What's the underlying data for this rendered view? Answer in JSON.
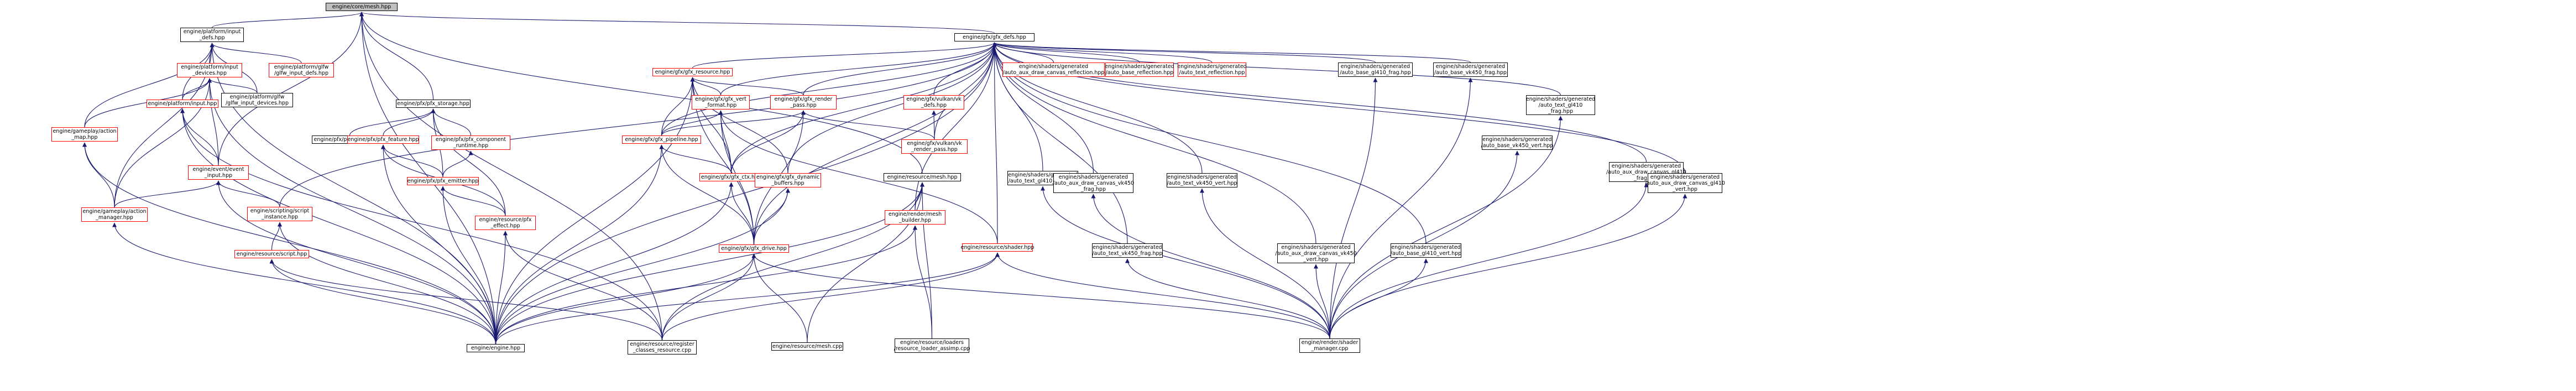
{
  "colors": {
    "edge": "#191970",
    "root_fill": "#bfbfbf",
    "node_border": "#000000",
    "expandable_border": "#ff0000"
  },
  "nodes": {
    "mesh": {
      "label": "engine/core/mesh.hpp",
      "style": "root"
    },
    "pinput_defs": {
      "label": "engine/platform/input\n_defs.hpp",
      "style": "normal"
    },
    "gfx_defs": {
      "label": "engine/gfx/gfx_defs.hpp",
      "style": "normal"
    },
    "glfw_input_defs": {
      "label": "engine/platform/glfw\n/glfw_input_defs.hpp",
      "style": "ext"
    },
    "pinput_devices": {
      "label": "engine/platform/input\n_devices.hpp",
      "style": "ext"
    },
    "glfw_input_devices": {
      "label": "engine/platform/glfw\n/glfw_input_devices.hpp",
      "style": "normal"
    },
    "ga_map": {
      "label": "engine/gameplay/action\n_map.hpp",
      "style": "ext"
    },
    "p_input": {
      "label": "engine/platform/input.hpp",
      "style": "ext"
    },
    "ev_input": {
      "label": "engine/event/event\n_input.hpp",
      "style": "ext"
    },
    "ga_manager": {
      "label": "engine/gameplay/action\n_manager.hpp",
      "style": "ext"
    },
    "sc_instance": {
      "label": "engine/scripting/script\n_instance.hpp",
      "style": "ext"
    },
    "res_script": {
      "label": "engine/resource/script.hpp",
      "style": "ext"
    },
    "engine": {
      "label": "engine/engine.hpp",
      "style": "normal"
    },
    "reg_classes": {
      "label": "engine/resource/register\n_classes_resource.cpp",
      "style": "normal"
    },
    "pfx_storage": {
      "label": "engine/pfx/pfx_storage.hpp",
      "style": "normal"
    },
    "pfx_storage_cpp": {
      "label": "engine/pfx/pfx_storage.cpp",
      "style": "normal"
    },
    "pfx_feature": {
      "label": "engine/pfx/pfx_feature.hpp",
      "style": "ext"
    },
    "pfx_comp_rt": {
      "label": "engine/pfx/pfx_component\n_runtime.hpp",
      "style": "ext"
    },
    "pfx_emitter": {
      "label": "engine/pfx/pfx_emitter.hpp",
      "style": "ext"
    },
    "res_pfx_effect": {
      "label": "engine/resource/pfx\n_effect.hpp",
      "style": "ext"
    },
    "gfx_resource": {
      "label": "engine/gfx/gfx_resource.hpp",
      "style": "ext"
    },
    "gfx_vert_format": {
      "label": "engine/gfx/gfx_vert\n_format.hpp",
      "style": "ext"
    },
    "gfx_render_pass": {
      "label": "engine/gfx/gfx_render\n_pass.hpp",
      "style": "ext"
    },
    "gfx_pipeline": {
      "label": "engine/gfx/gfx_pipeline.hpp",
      "style": "ext"
    },
    "gfx_ctx": {
      "label": "engine/gfx/gfx_ctx.hpp",
      "style": "ext"
    },
    "gfx_dyn_buf": {
      "label": "engine/gfx/gfx_dynamic\n_buffers.hpp",
      "style": "ext"
    },
    "gfx_drive": {
      "label": "engine/gfx/gfx_drive.hpp",
      "style": "ext"
    },
    "vk_defs": {
      "label": "engine/gfx/vulkan/vk\n_defs.hpp",
      "style": "ext"
    },
    "vk_render_pass": {
      "label": "engine/gfx/vulkan/vk\n_render_pass.hpp",
      "style": "ext"
    },
    "res_mesh": {
      "label": "engine/resource/mesh.hpp",
      "style": "normal"
    },
    "rend_mesh_builder": {
      "label": "engine/render/mesh\n_builder.hpp",
      "style": "ext"
    },
    "res_mesh_cpp": {
      "label": "engine/resource/mesh.cpp",
      "style": "normal"
    },
    "loader_assimp": {
      "label": "engine/resource/loaders\n/resource_loader_assimp.cpp",
      "style": "normal"
    },
    "res_shader": {
      "label": "engine/resource/shader.hpp",
      "style": "ext"
    },
    "shader_mgr": {
      "label": "engine/render/shader\n_manager.cpp",
      "style": "normal"
    },
    "sh_canvas_refl": {
      "label": "engine/shaders/generated\n/auto_aux_draw_canvas_reflection.hpp",
      "style": "ext"
    },
    "sh_base_refl": {
      "label": "engine/shaders/generated\n/auto_base_reflection.hpp",
      "style": "ext"
    },
    "sh_text_refl": {
      "label": "engine/shaders/generated\n/auto_text_reflection.hpp",
      "style": "ext"
    },
    "sh_base_gl410_frag": {
      "label": "engine/shaders/generated\n/auto_base_gl410_frag.hpp",
      "style": "normal"
    },
    "sh_base_vk450_frag": {
      "label": "engine/shaders/generated\n/auto_base_vk450_frag.hpp",
      "style": "normal"
    },
    "sh_text_gl410_frag": {
      "label": "engine/shaders/generated\n/auto_text_gl410\n_frag.hpp",
      "style": "normal"
    },
    "sh_text_gl410_vert": {
      "label": "engine/shaders/generated\n/auto_text_gl410_vert.hpp",
      "style": "normal"
    },
    "sh_text_vk450_vert": {
      "label": "engine/shaders/generated\n/auto_text_vk450_vert.hpp",
      "style": "normal"
    },
    "sh_canvas_vk450_frag": {
      "label": "engine/shaders/generated\n/auto_aux_draw_canvas_vk450\n_frag.hpp",
      "style": "normal"
    },
    "sh_text_vk450_frag": {
      "label": "engine/shaders/generated\n/auto_text_vk450_frag.hpp",
      "style": "normal"
    },
    "sh_canvas_vk450_vert": {
      "label": "engine/shaders/generated\n/auto_aux_draw_canvas_vk450\n_vert.hpp",
      "style": "normal"
    },
    "sh_base_gl410_vert": {
      "label": "engine/shaders/generated\n/auto_base_gl410_vert.hpp",
      "style": "normal"
    },
    "sh_base_vk450_vert": {
      "label": "engine/shaders/generated\n/auto_base_vk450_vert.hpp",
      "style": "normal"
    },
    "sh_canvas_gl410_frag": {
      "label": "engine/shaders/generated\n/auto_aux_draw_canvas_gl410\n_frag.hpp",
      "style": "normal"
    },
    "sh_canvas_gl410_vert": {
      "label": "engine/shaders/generated\n/auto_aux_draw_canvas_gl410\n_vert.hpp",
      "style": "normal"
    }
  },
  "edges": [
    [
      "mesh",
      "pinput_defs"
    ],
    [
      "mesh",
      "gfx_defs"
    ],
    [
      "mesh",
      "pfx_storage"
    ],
    [
      "mesh",
      "ev_input"
    ],
    [
      "mesh",
      "res_mesh"
    ],
    [
      "mesh",
      "engine"
    ],
    [
      "mesh",
      "reg_classes"
    ],
    [
      "pinput_defs",
      "glfw_input_defs"
    ],
    [
      "pinput_defs",
      "pinput_devices"
    ],
    [
      "pinput_defs",
      "glfw_input_devices"
    ],
    [
      "pinput_defs",
      "ga_map"
    ],
    [
      "pinput_defs",
      "ga_manager"
    ],
    [
      "pinput_defs",
      "p_input"
    ],
    [
      "pinput_defs",
      "engine"
    ],
    [
      "pinput_devices",
      "glfw_input_devices"
    ],
    [
      "pinput_devices",
      "ga_map"
    ],
    [
      "pinput_devices",
      "p_input"
    ],
    [
      "pinput_devices",
      "ev_input"
    ],
    [
      "pinput_devices",
      "ga_manager"
    ],
    [
      "pinput_devices",
      "engine"
    ],
    [
      "ga_map",
      "ga_manager"
    ],
    [
      "ga_map",
      "engine"
    ],
    [
      "p_input",
      "ev_input"
    ],
    [
      "p_input",
      "engine"
    ],
    [
      "p_input",
      "reg_classes"
    ],
    [
      "ev_input",
      "ga_manager"
    ],
    [
      "ev_input",
      "sc_instance"
    ],
    [
      "ev_input",
      "engine"
    ],
    [
      "ga_manager",
      "engine"
    ],
    [
      "sc_instance",
      "res_script"
    ],
    [
      "sc_instance",
      "engine"
    ],
    [
      "res_script",
      "engine"
    ],
    [
      "res_script",
      "reg_classes"
    ],
    [
      "pfx_storage",
      "pfx_storage_cpp"
    ],
    [
      "pfx_storage",
      "pfx_feature"
    ],
    [
      "pfx_storage",
      "pfx_comp_rt"
    ],
    [
      "pfx_storage",
      "pfx_emitter"
    ],
    [
      "pfx_storage",
      "res_pfx_effect"
    ],
    [
      "pfx_feature",
      "pfx_emitter"
    ],
    [
      "pfx_feature",
      "res_pfx_effect"
    ],
    [
      "pfx_feature",
      "engine"
    ],
    [
      "pfx_comp_rt",
      "pfx_emitter"
    ],
    [
      "pfx_emitter",
      "res_pfx_effect"
    ],
    [
      "pfx_emitter",
      "engine"
    ],
    [
      "res_pfx_effect",
      "engine"
    ],
    [
      "res_pfx_effect",
      "reg_classes"
    ],
    [
      "gfx_defs",
      "gfx_resource"
    ],
    [
      "gfx_defs",
      "gfx_vert_format"
    ],
    [
      "gfx_defs",
      "gfx_render_pass"
    ],
    [
      "gfx_defs",
      "gfx_pipeline"
    ],
    [
      "gfx_defs",
      "gfx_ctx"
    ],
    [
      "gfx_defs",
      "gfx_dyn_buf"
    ],
    [
      "gfx_defs",
      "gfx_drive"
    ],
    [
      "gfx_defs",
      "vk_defs"
    ],
    [
      "gfx_defs",
      "vk_render_pass"
    ],
    [
      "gfx_defs",
      "res_shader"
    ],
    [
      "gfx_defs",
      "rend_mesh_builder"
    ],
    [
      "gfx_defs",
      "sc_instance"
    ],
    [
      "gfx_defs",
      "engine"
    ],
    [
      "gfx_defs",
      "sh_canvas_refl"
    ],
    [
      "gfx_defs",
      "sh_base_refl"
    ],
    [
      "gfx_defs",
      "sh_text_refl"
    ],
    [
      "gfx_defs",
      "sh_base_gl410_frag"
    ],
    [
      "gfx_defs",
      "sh_base_vk450_frag"
    ],
    [
      "gfx_defs",
      "sh_text_gl410_frag"
    ],
    [
      "gfx_defs",
      "sh_text_gl410_vert"
    ],
    [
      "gfx_defs",
      "sh_text_vk450_vert"
    ],
    [
      "gfx_defs",
      "sh_canvas_vk450_frag"
    ],
    [
      "gfx_defs",
      "sh_text_vk450_frag"
    ],
    [
      "gfx_defs",
      "sh_canvas_vk450_vert"
    ],
    [
      "gfx_defs",
      "sh_base_gl410_vert"
    ],
    [
      "gfx_defs",
      "sh_canvas_gl410_frag"
    ],
    [
      "gfx_defs",
      "sh_canvas_gl410_vert"
    ],
    [
      "gfx_resource",
      "gfx_vert_format"
    ],
    [
      "gfx_resource",
      "gfx_render_pass"
    ],
    [
      "gfx_resource",
      "gfx_pipeline"
    ],
    [
      "gfx_resource",
      "gfx_ctx"
    ],
    [
      "gfx_resource",
      "gfx_dyn_buf"
    ],
    [
      "gfx_resource",
      "gfx_drive"
    ],
    [
      "gfx_resource",
      "engine"
    ],
    [
      "gfx_vert_format",
      "gfx_pipeline"
    ],
    [
      "gfx_vert_format",
      "gfx_ctx"
    ],
    [
      "gfx_vert_format",
      "gfx_drive"
    ],
    [
      "gfx_vert_format",
      "res_shader"
    ],
    [
      "gfx_render_pass",
      "gfx_pipeline"
    ],
    [
      "gfx_render_pass",
      "gfx_ctx"
    ],
    [
      "gfx_render_pass",
      "gfx_drive"
    ],
    [
      "gfx_render_pass",
      "vk_render_pass"
    ],
    [
      "gfx_pipeline",
      "gfx_ctx"
    ],
    [
      "gfx_pipeline",
      "gfx_drive"
    ],
    [
      "gfx_pipeline",
      "engine"
    ],
    [
      "gfx_ctx",
      "gfx_drive"
    ],
    [
      "gfx_ctx",
      "engine"
    ],
    [
      "gfx_dyn_buf",
      "gfx_drive"
    ],
    [
      "gfx_dyn_buf",
      "engine"
    ],
    [
      "gfx_drive",
      "engine"
    ],
    [
      "gfx_drive",
      "res_mesh_cpp"
    ],
    [
      "gfx_drive",
      "reg_classes"
    ],
    [
      "gfx_drive",
      "shader_mgr"
    ],
    [
      "vk_defs",
      "vk_render_pass"
    ],
    [
      "res_mesh",
      "rend_mesh_builder"
    ],
    [
      "res_mesh",
      "engine"
    ],
    [
      "res_mesh",
      "reg_classes"
    ],
    [
      "res_mesh",
      "res_mesh_cpp"
    ],
    [
      "res_mesh",
      "loader_assimp"
    ],
    [
      "rend_mesh_builder",
      "engine"
    ],
    [
      "rend_mesh_builder",
      "loader_assimp"
    ],
    [
      "res_shader",
      "engine"
    ],
    [
      "res_shader",
      "reg_classes"
    ],
    [
      "res_shader",
      "shader_mgr"
    ],
    [
      "sh_base_gl410_frag",
      "shader_mgr"
    ],
    [
      "sh_base_vk450_frag",
      "shader_mgr"
    ],
    [
      "sh_text_gl410_frag",
      "shader_mgr"
    ],
    [
      "sh_text_gl410_vert",
      "shader_mgr"
    ],
    [
      "sh_text_vk450_vert",
      "shader_mgr"
    ],
    [
      "sh_canvas_vk450_frag",
      "shader_mgr"
    ],
    [
      "sh_text_vk450_frag",
      "shader_mgr"
    ],
    [
      "sh_canvas_vk450_vert",
      "shader_mgr"
    ],
    [
      "sh_base_gl410_vert",
      "shader_mgr"
    ],
    [
      "sh_base_vk450_vert",
      "shader_mgr"
    ],
    [
      "sh_canvas_gl410_frag",
      "shader_mgr"
    ],
    [
      "sh_canvas_gl410_vert",
      "shader_mgr"
    ]
  ]
}
